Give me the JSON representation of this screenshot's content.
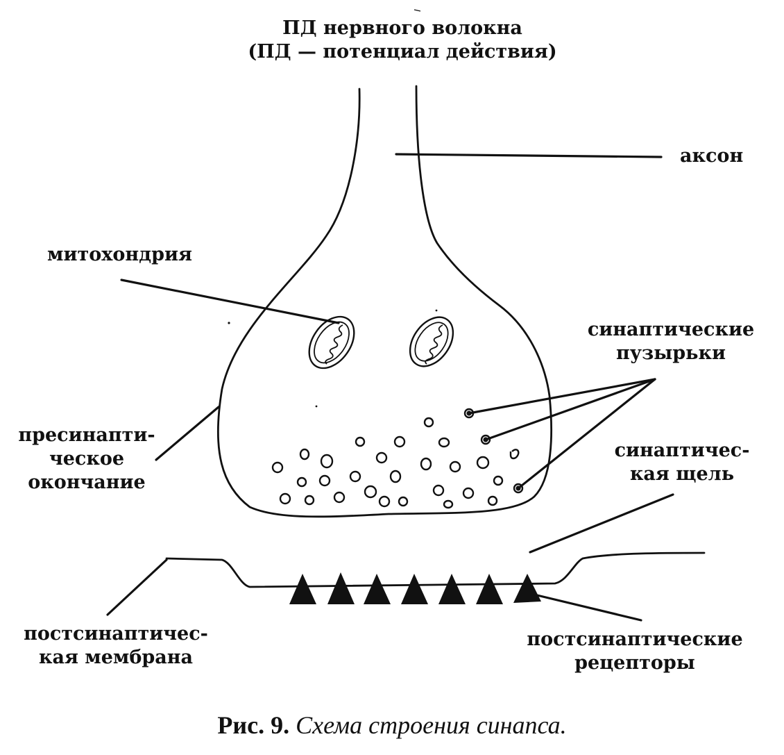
{
  "title": {
    "line1": "ПД нервного волокна",
    "line2": "(ПД — потенциал действия)"
  },
  "labels": {
    "axon": "аксон",
    "mitochondria": "митохондрия",
    "synaptic_vesicles": {
      "line1": "синаптические",
      "line2": "пузырьки"
    },
    "presynaptic_ending": {
      "line1": "пресинапти-",
      "line2": "ческое",
      "line3": "окончание"
    },
    "synaptic_cleft": {
      "line1": "синаптичес-",
      "line2": "кая щель"
    },
    "postsynaptic_membrane": {
      "line1": "постсинаптичес-",
      "line2": "кая мембрана"
    },
    "postsynaptic_receptors": {
      "line1": "постсинаптические",
      "line2": "рецепторы"
    }
  },
  "caption": {
    "number": "Рис. 9.",
    "text": "Схема строения синапса."
  },
  "colors": {
    "ink": "#111111",
    "background": "#ffffff"
  }
}
